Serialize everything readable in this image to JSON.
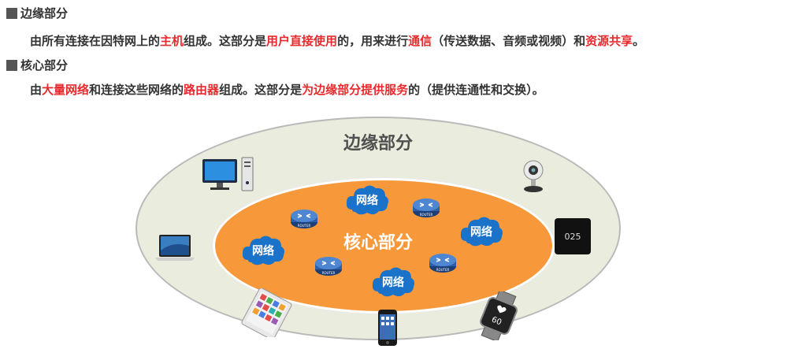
{
  "bullets": [
    {
      "heading": "边缘部分",
      "desc": [
        {
          "t": "由所有连接在因特网上的",
          "hl": false
        },
        {
          "t": "主机",
          "hl": true
        },
        {
          "t": "组成。这部分是",
          "hl": false
        },
        {
          "t": "用户直接使用",
          "hl": true
        },
        {
          "t": "的，用来进行",
          "hl": false
        },
        {
          "t": "通信",
          "hl": true
        },
        {
          "t": "（传送数据、音频或视频）和",
          "hl": false
        },
        {
          "t": "资源共享",
          "hl": true
        },
        {
          "t": "。",
          "hl": false
        }
      ]
    },
    {
      "heading": "核心部分",
      "desc": [
        {
          "t": "由",
          "hl": false
        },
        {
          "t": "大量网络",
          "hl": true
        },
        {
          "t": "和连接这些网络的",
          "hl": false
        },
        {
          "t": "路由器",
          "hl": true
        },
        {
          "t": "组成。这部分是",
          "hl": false
        },
        {
          "t": "为边缘部分提供服务",
          "hl": true
        },
        {
          "t": "的（提供连通性和交换）。",
          "hl": false
        }
      ]
    }
  ],
  "diagram": {
    "outer_label": "边缘部分",
    "inner_label": "核心部分",
    "network_label": "网络",
    "router_label": "ROUTER",
    "watch_time": "60",
    "smart_display_time": "025"
  },
  "colors": {
    "highlight": "#e8292d",
    "outer_fill": "#eaeddd",
    "inner_fill": "#f7993a",
    "cloud_fill": "#1a73c9",
    "router_fill": "#2e5fa8"
  }
}
